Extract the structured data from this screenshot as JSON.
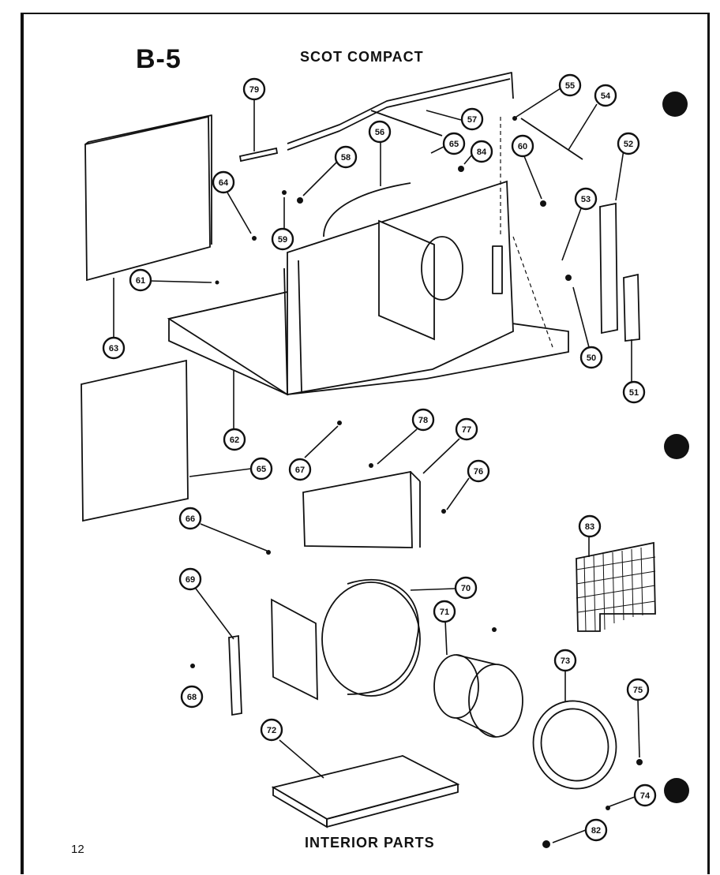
{
  "header": {
    "code": "B-5",
    "title": "SCOT COMPACT"
  },
  "footer": {
    "caption": "INTERIOR PARTS",
    "page_number": "12"
  },
  "callouts": [
    {
      "id": "c79",
      "label": "79"
    },
    {
      "id": "c57",
      "label": "57"
    },
    {
      "id": "c55",
      "label": "55"
    },
    {
      "id": "c54",
      "label": "54"
    },
    {
      "id": "c56",
      "label": "56"
    },
    {
      "id": "c65a",
      "label": "65"
    },
    {
      "id": "c84",
      "label": "84"
    },
    {
      "id": "c60",
      "label": "60"
    },
    {
      "id": "c52",
      "label": "52"
    },
    {
      "id": "c58",
      "label": "58"
    },
    {
      "id": "c64",
      "label": "64"
    },
    {
      "id": "c59",
      "label": "59"
    },
    {
      "id": "c53",
      "label": "53"
    },
    {
      "id": "c61",
      "label": "61"
    },
    {
      "id": "c63",
      "label": "63"
    },
    {
      "id": "c50",
      "label": "50"
    },
    {
      "id": "c51",
      "label": "51"
    },
    {
      "id": "c62",
      "label": "62"
    },
    {
      "id": "c78",
      "label": "78"
    },
    {
      "id": "c77",
      "label": "77"
    },
    {
      "id": "c65b",
      "label": "65"
    },
    {
      "id": "c67",
      "label": "67"
    },
    {
      "id": "c76",
      "label": "76"
    },
    {
      "id": "c66",
      "label": "66"
    },
    {
      "id": "c83",
      "label": "83"
    },
    {
      "id": "c69",
      "label": "69"
    },
    {
      "id": "c70",
      "label": "70"
    },
    {
      "id": "c71",
      "label": "71"
    },
    {
      "id": "c73",
      "label": "73"
    },
    {
      "id": "c68",
      "label": "68"
    },
    {
      "id": "c75",
      "label": "75"
    },
    {
      "id": "c72",
      "label": "72"
    },
    {
      "id": "c74",
      "label": "74"
    },
    {
      "id": "c82",
      "label": "82"
    }
  ]
}
